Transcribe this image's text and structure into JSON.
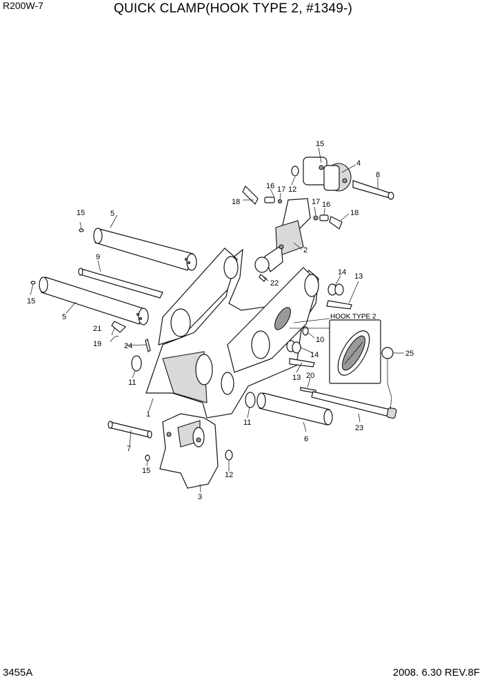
{
  "header": {
    "model": "R200W-7",
    "title": "QUICK CLAMP(HOOK TYPE 2, #1349-)"
  },
  "footer": {
    "page": "3455A",
    "revision": "2008. 6.30  REV.8F"
  },
  "inset": {
    "label": "HOOK TYPE 2"
  },
  "callouts": {
    "c1": "1",
    "c2": "2",
    "c3": "3",
    "c4": "4",
    "c5a": "5",
    "c5b": "5",
    "c6": "6",
    "c7": "7",
    "c8": "8",
    "c9": "9",
    "c10": "10",
    "c11a": "11",
    "c11b": "11",
    "c12a": "12",
    "c12b": "12",
    "c13a": "13",
    "c13b": "13",
    "c14a": "14",
    "c14b": "14",
    "c15a": "15",
    "c15b": "15",
    "c15c": "15",
    "c15d": "15",
    "c16a": "16",
    "c16b": "16",
    "c17a": "17",
    "c17b": "17",
    "c18a": "18",
    "c18b": "18",
    "c19": "19",
    "c20": "20",
    "c21": "21",
    "c22": "22",
    "c23": "23",
    "c24": "24",
    "c25": "25"
  }
}
